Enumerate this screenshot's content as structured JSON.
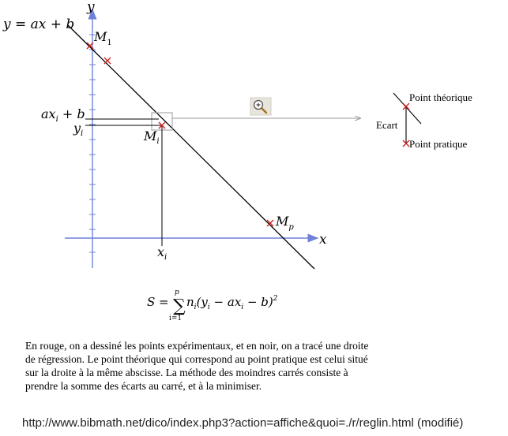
{
  "diagram": {
    "line_equation": "y = ax + b",
    "axis_y_label": "y",
    "axis_x_label": "x",
    "points": {
      "m1": "M",
      "m1_sub": "1",
      "mi": "M",
      "mi_sub": "i",
      "mp": "M",
      "mp_sub": "p"
    },
    "labels": {
      "axi_plus_b": "ax",
      "axi_sub": "i",
      "axi_tail": " + b",
      "yi": "y",
      "yi_sub": "i",
      "xi": "x",
      "xi_sub": "i"
    },
    "formula": {
      "s": "S =",
      "sum_top": "p",
      "sum_bottom": "i=1",
      "body": "n",
      "body_sub": "i",
      "paren": "(y",
      "paren_sub": "i",
      "minus_ax": " − ax",
      "minus_ax_sub": "i",
      "minus_b": " − b)",
      "exp": "2"
    },
    "inset": {
      "theoretical": "Point théorique",
      "gap": "Ecart",
      "practical": "Point pratique"
    },
    "colors": {
      "point_marker": "#d42020",
      "axis": "#6f82d8",
      "regression_line": "#000000",
      "guide_line": "#8a8a8a"
    },
    "zoom_icon": "zoom-in-icon"
  },
  "caption": {
    "line1": "En rouge, on a dessiné les points expérimentaux, et en noir, on a tracé une droite",
    "line2": "de régression. Le point théorique qui correspond au point pratique est celui situé",
    "line3": "sur la droite à la même abscisse. La méthode des moindres carrés consiste à",
    "line4": "prendre la somme des écarts au carré, et à la minimiser."
  },
  "source_url": "http://www.bibmath.net/dico/index.php3?action=affiche&quoi=./r/reglin.html (modifié)"
}
